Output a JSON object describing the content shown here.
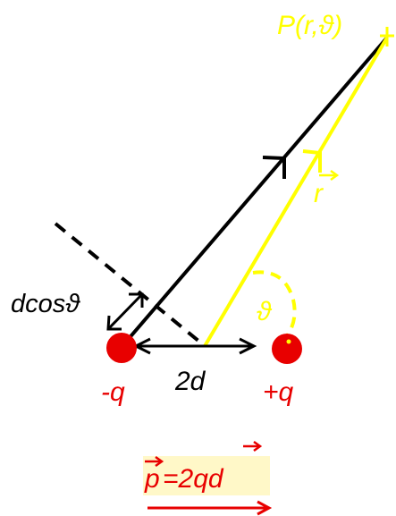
{
  "labels": {
    "point": "P(r,ϑ)",
    "r": "r",
    "theta": "ϑ",
    "projection": "dcosϑ",
    "separation": "2d",
    "neg_charge": "-q",
    "pos_charge": "+q",
    "dipole_formula_lhs": "p",
    "dipole_formula_rhs": "=2qd"
  },
  "colors": {
    "charge": "#e80000",
    "vector_r": "#ffff00",
    "field_line": "#000000",
    "label_yellow": "#ffff00",
    "formula_bg": "#fff8c8",
    "dipole_arrow": "#e80000"
  }
}
